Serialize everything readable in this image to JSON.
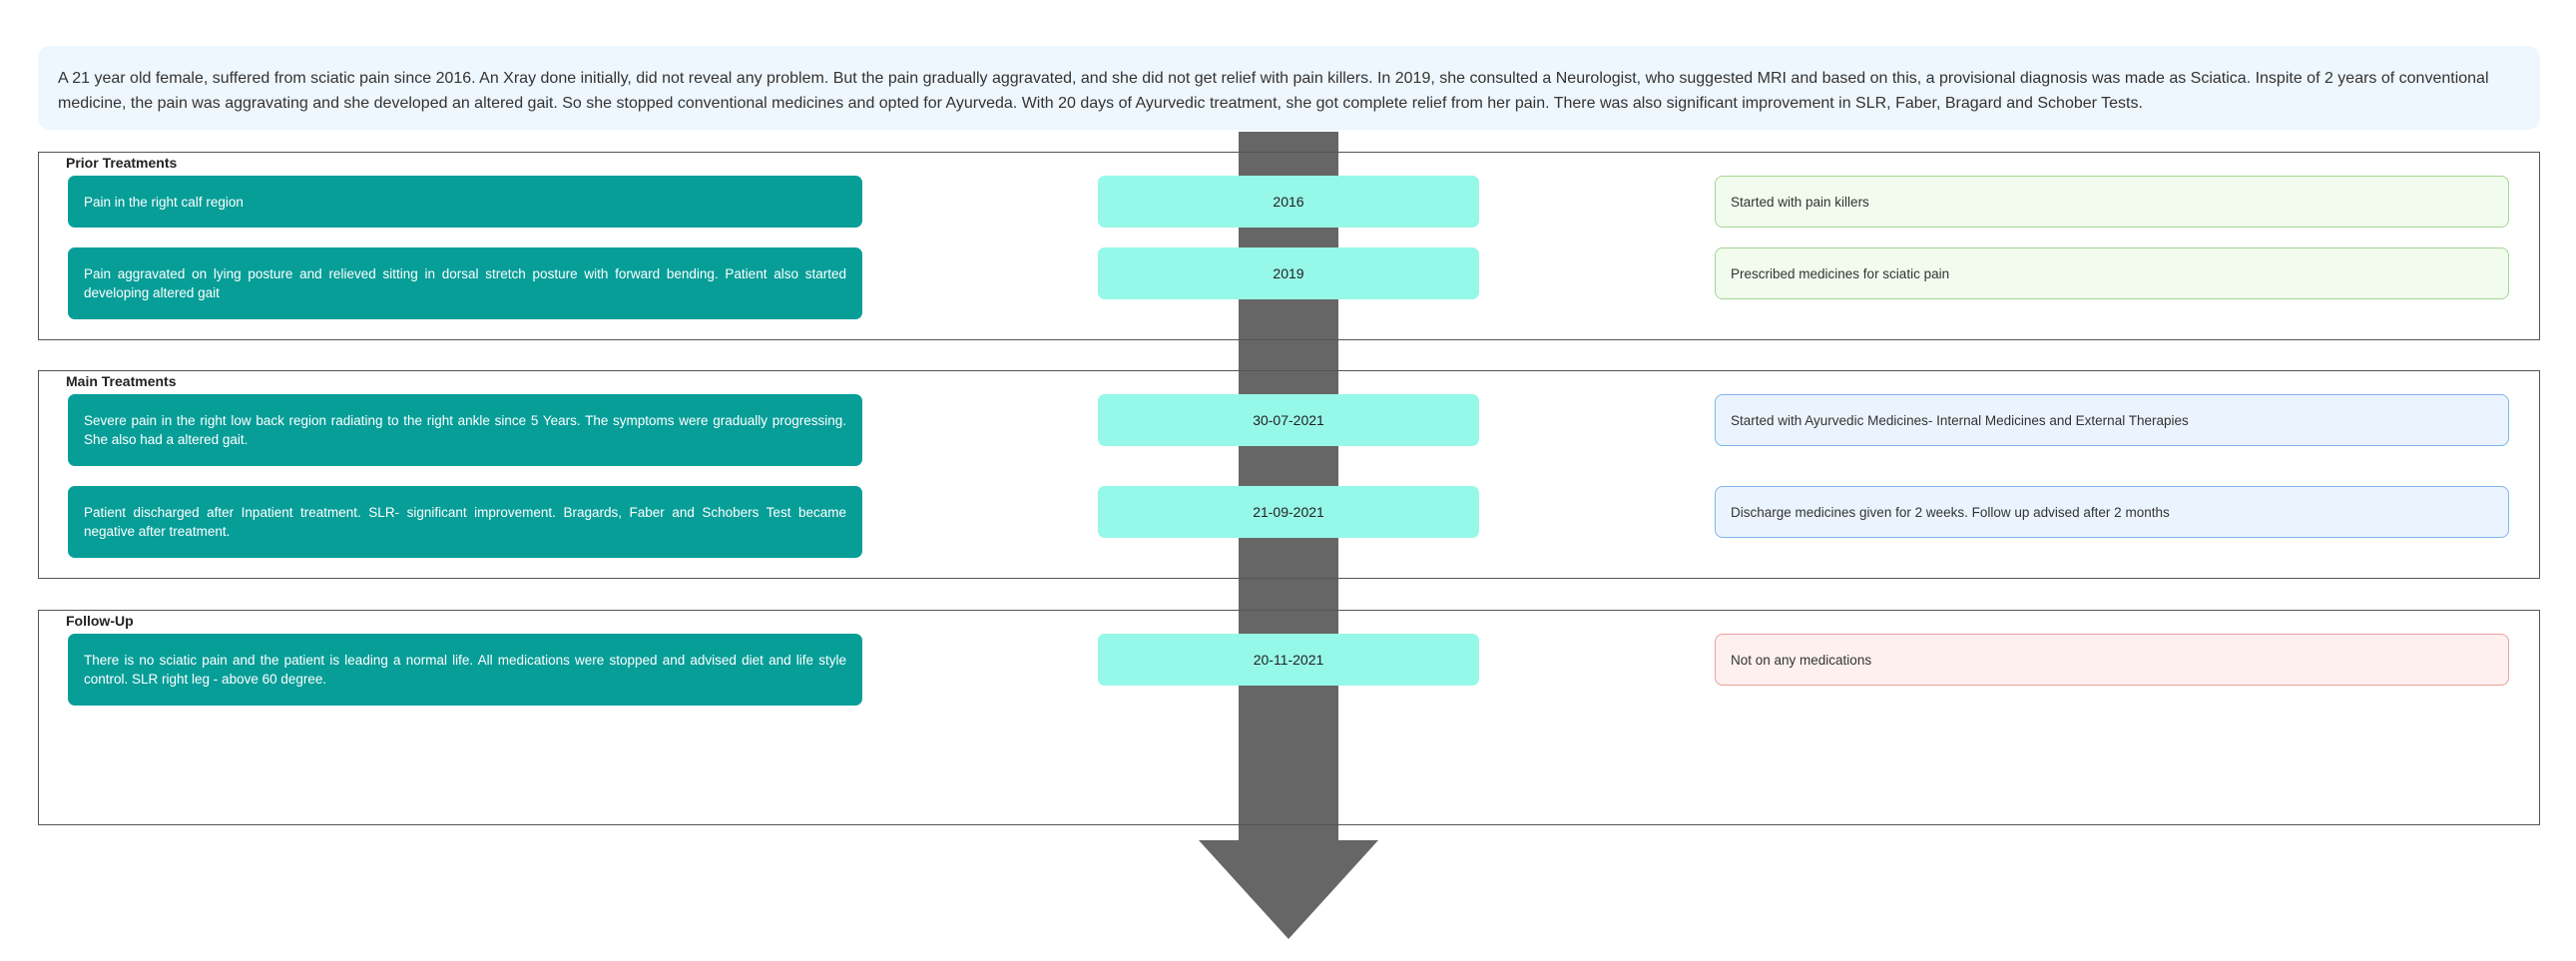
{
  "summary": "A 21 year old female, suffered from sciatic pain since 2016. An Xray done initially, did not reveal any problem. But the pain gradually aggravated, and she did not get relief with pain killers. In 2019, she consulted a Neurologist, who suggested MRI and based on this, a provisional diagnosis was made as Sciatica. Inspite of 2 years of conventional medicine, the pain was aggravating and she developed an altered gait. So she stopped conventional medicines and opted for Ayurveda. With 20 days of Ayurvedic treatment, she got complete relief from her pain. There was also significant improvement in SLR, Faber, Bragard and Schober Tests.",
  "colors": {
    "timeline_arrow": "#666666",
    "symptom_card": "#079e98",
    "date_card": "#96f8e8",
    "prior_treatment": "#a3d693",
    "main_treatment": "#7fb4ec",
    "follow_up": "#ef9f9a"
  },
  "sections": {
    "prior": {
      "title": "Prior Treatments",
      "events": [
        {
          "symptom": "Pain in the right calf region",
          "date": "2016",
          "treatment": "Started with pain killers"
        },
        {
          "symptom": "Pain aggravated on lying posture and relieved sitting in dorsal stretch posture with forward bending. Patient also started developing altered gait",
          "date": "2019",
          "treatment": "Prescribed medicines for sciatic pain"
        }
      ]
    },
    "main": {
      "title": "Main Treatments",
      "events": [
        {
          "symptom": "Severe pain in the right low back region radiating to the right ankle since 5 Years. The symptoms were gradually progressing. She also had a altered gait.",
          "date": "30-07-2021",
          "treatment": "Started with Ayurvedic Medicines- Internal Medicines and External Therapies"
        },
        {
          "symptom": "Patient discharged after Inpatient treatment. SLR- significant improvement. Bragards, Faber and Schobers Test became negative after treatment.",
          "date": "21-09-2021",
          "treatment": "Discharge medicines given for 2 weeks. Follow up advised after 2 months"
        }
      ]
    },
    "followup": {
      "title": "Follow-Up",
      "events": [
        {
          "symptom": "There is no sciatic pain and the patient is leading a normal life. All medications were stopped and advised diet and life style control. SLR right leg - above 60 degree.",
          "date": "20-11-2021",
          "treatment": "Not on any medications"
        }
      ]
    }
  }
}
